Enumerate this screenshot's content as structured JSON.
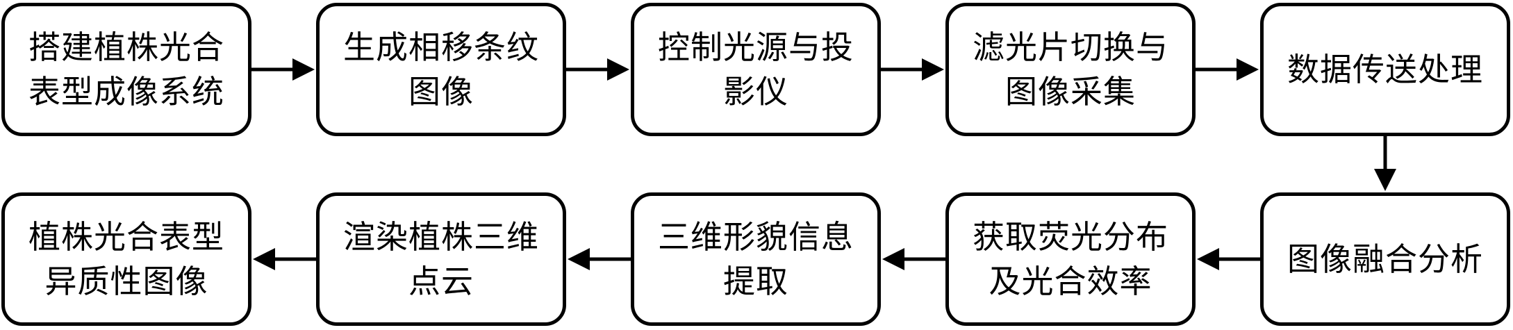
{
  "diagram": {
    "nodes": [
      {
        "id": "n1",
        "text": "搭建植株光合\n表型成像系统"
      },
      {
        "id": "n2",
        "text": "生成相移条纹\n图像"
      },
      {
        "id": "n3",
        "text": "控制光源与投\n影仪"
      },
      {
        "id": "n4",
        "text": "滤光片切换与\n图像采集"
      },
      {
        "id": "n5",
        "text": "数据传送处理"
      },
      {
        "id": "n6",
        "text": "图像融合分析"
      },
      {
        "id": "n7",
        "text": "获取荧光分布\n及光合效率"
      },
      {
        "id": "n8",
        "text": "三维形貌信息\n提取"
      },
      {
        "id": "n9",
        "text": "渲染植株三维\n点云"
      },
      {
        "id": "n10",
        "text": "植株光合表型\n异质性图像"
      }
    ],
    "edges": [
      {
        "from": "n1",
        "to": "n2"
      },
      {
        "from": "n2",
        "to": "n3"
      },
      {
        "from": "n3",
        "to": "n4"
      },
      {
        "from": "n4",
        "to": "n5"
      },
      {
        "from": "n5",
        "to": "n6"
      },
      {
        "from": "n6",
        "to": "n7"
      },
      {
        "from": "n7",
        "to": "n8"
      },
      {
        "from": "n8",
        "to": "n9"
      },
      {
        "from": "n9",
        "to": "n10"
      }
    ],
    "colors": {
      "stroke": "#000000",
      "fill": "#ffffff",
      "text": "#000000"
    }
  }
}
